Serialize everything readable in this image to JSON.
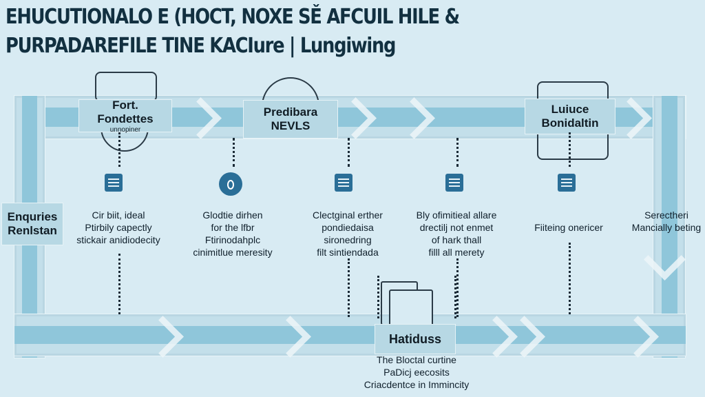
{
  "title": {
    "line1": "EHUCUTIONALO E (HOCT, NOXE SĚ AFCUIL HILE &",
    "line2": "PURPADAREFILE TINE KACIure | Lungiwing"
  },
  "stages": {
    "top": [
      {
        "title": "Fort.",
        "title2": "Fondettes",
        "sub": "unnopiner"
      },
      {
        "title": "Predibara",
        "title2": "NEVLS"
      },
      {
        "title": "Luiuce",
        "title2": "Bonidaltin"
      }
    ],
    "left": {
      "title": "Enquries",
      "title2": "Renlstan"
    },
    "bottom": {
      "title": "Hatiduss"
    }
  },
  "descriptions": [
    {
      "lines": [
        "Cir biit, ideal",
        "Ptirbily capectly",
        "stickair anidiodecity"
      ]
    },
    {
      "lines": [
        "Glodtie dirhen",
        "for the lfbr",
        "Ftirinodahplc",
        "cinimitlue meresity"
      ]
    },
    {
      "lines": [
        "Clectginal erther",
        "pondiedaisa",
        "sironedring",
        "filt sintiendada"
      ]
    },
    {
      "lines": [
        "Bly ofimitieal allare",
        "drectilj not enmet",
        "of hark thall",
        "filll all merety"
      ]
    },
    {
      "lines": [
        "Fiiteing onericer"
      ]
    },
    {
      "lines": [
        "Serectheri",
        "Mancially beting"
      ]
    }
  ],
  "bottom_description": {
    "lines": [
      "The Bloctal curtine",
      "PaDicj eecosits",
      "Criacdentce in Immincity"
    ]
  },
  "colors": {
    "background": "#d8ebf3",
    "track": "#c3dfea",
    "stripe": "#8fc6da",
    "icon": "#2a6e97"
  }
}
